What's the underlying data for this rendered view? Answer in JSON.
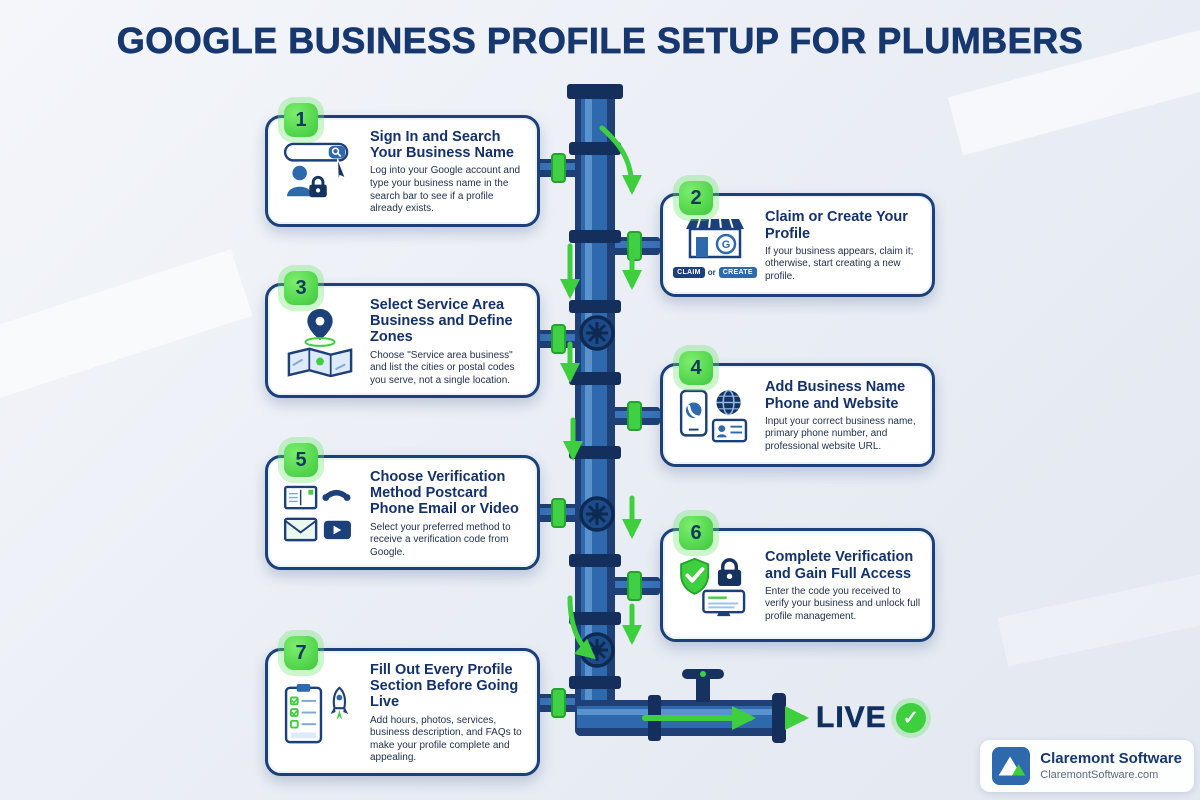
{
  "title": "GOOGLE BUSINESS PROFILE SETUP FOR PLUMBERS",
  "steps": [
    {
      "number": "1",
      "title": "Sign In and Search Your Business Name",
      "body": "Log into your Google account and type your business name in the search bar to see if a profile already exists.",
      "icons": [
        "search-bar-icon",
        "cursor-icon",
        "user-lock-icon"
      ]
    },
    {
      "number": "2",
      "title": "Claim or Create Your Profile",
      "body": "If your business appears, claim it; otherwise, start creating a new profile.",
      "icons": [
        "storefront-icon"
      ],
      "buttons": {
        "claim": "CLAIM",
        "or": "or",
        "create": "CREATE"
      }
    },
    {
      "number": "3",
      "title": "Select Service Area Business and Define Zones",
      "body": "Choose \"Service area business\" and list the cities or postal codes you serve, not a single location.",
      "icons": [
        "map-pin-icon",
        "map-icon"
      ]
    },
    {
      "number": "4",
      "title": "Add Business Name Phone and Website",
      "body": "Input your correct business name, primary phone number, and professional website URL.",
      "icons": [
        "smartphone-icon",
        "globe-icon",
        "contact-card-icon"
      ]
    },
    {
      "number": "5",
      "title": "Choose Verification Method Postcard Phone Email or Video",
      "body": "Select your preferred method to receive a verification code from Google.",
      "icons": [
        "postcard-icon",
        "phone-handset-icon",
        "email-envelope-icon",
        "video-icon"
      ]
    },
    {
      "number": "6",
      "title": "Complete Verification and Gain Full Access",
      "body": "Enter the code you received to verify your business and unlock full profile management.",
      "icons": [
        "shield-check-icon",
        "padlock-icon",
        "monitor-icon"
      ]
    },
    {
      "number": "7",
      "title": "Fill Out Every Profile Section Before Going Live",
      "body": "Add hours, photos, services, business description, and FAQs to make your profile complete and appealing.",
      "icons": [
        "checklist-icon",
        "rocket-icon"
      ]
    }
  ],
  "live_label": "LIVE",
  "branding": {
    "name": "Claremont Software",
    "url": "ClaremontSoftware.com"
  },
  "colors": {
    "navy": "#16386f",
    "card_border": "#1c4079",
    "pipe_blue": "#2e68ad",
    "accent_green": "#3ecf3e",
    "background": "#edf0f5"
  }
}
